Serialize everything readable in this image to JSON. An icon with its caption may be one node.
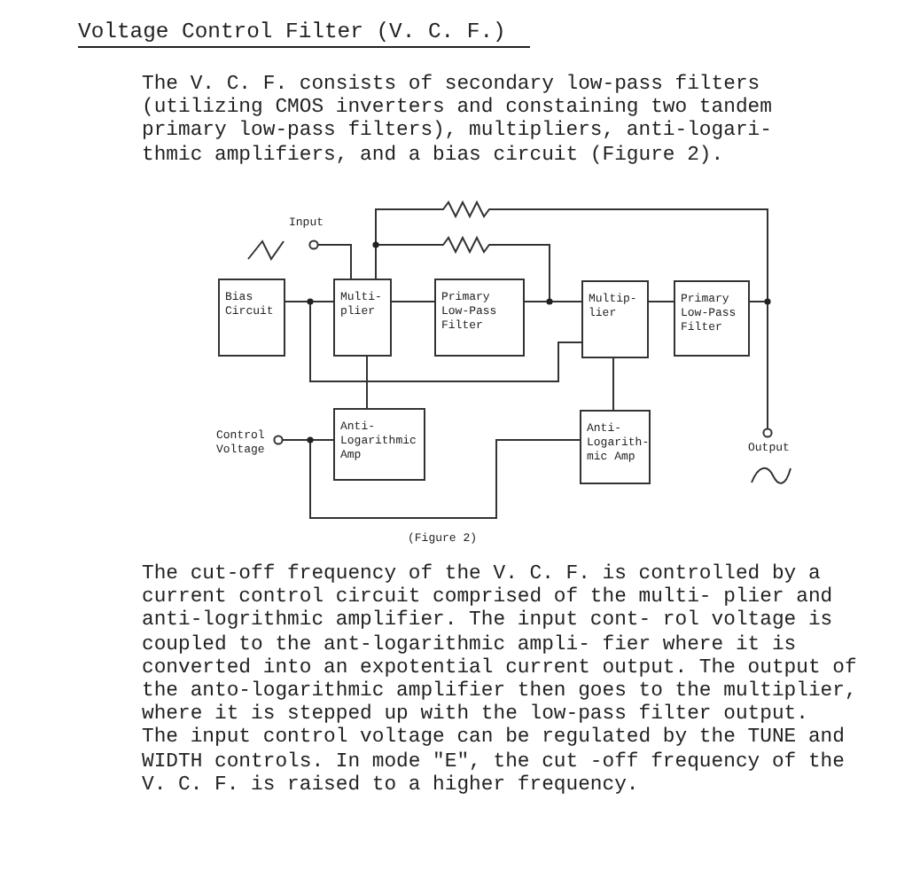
{
  "diagram": {
    "title": "Voltage Control Filter (V. C. F.)",
    "nodes": [
      {
        "text": [
          "Bias Circuit"
        ]
      },
      {
        "text": [
          "Multi- plier"
        ]
      },
      {
        "text": [
          "Primary Low-Pass Filter"
        ]
      },
      {
        "text": [
          "Multip- lier"
        ]
      },
      {
        "text": [
          "Primary Low-Pass Filter"
        ]
      },
      {
        "text": [
          "Anti- Logarithmic Amp"
        ]
      },
      {
        "text": [
          "Anti- Logarith- mic Amp"
        ]
      },
      {
        "text": [
          "Input"
        ]
      },
      {
        "text": [
          "Control Voltage"
        ]
      },
      {
        "text": [
          "Output"
        ]
      }
    ],
    "edges": [
      {
        "from": 7,
        "to": 1,
        "arrow": "none"
      },
      {
        "from": 0,
        "to": 1,
        "arrow": "none"
      },
      {
        "from": 0,
        "to": 3,
        "arrow": "none"
      },
      {
        "from": 1,
        "to": 2,
        "arrow": "none"
      },
      {
        "from": 2,
        "to": 3,
        "arrow": "none"
      },
      {
        "from": 3,
        "to": 4,
        "arrow": "none"
      },
      {
        "from": 4,
        "to": 9,
        "arrow": "none"
      },
      {
        "from": 1,
        "to": 3,
        "arrow": "none"
      },
      {
        "from": 1,
        "to": 9,
        "arrow": "none"
      },
      {
        "from": 5,
        "to": 1,
        "arrow": "none"
      },
      {
        "from": 6,
        "to": 3,
        "arrow": "none"
      },
      {
        "from": 8,
        "to": 5,
        "arrow": "none"
      },
      {
        "from": 8,
        "to": 6,
        "arrow": "none"
      }
    ],
    "labels": [
      "The V. C. F. consists of secondary low-pass filters (utilizing CMOS inverters and constaining two tandem primary low-pass filters), multipliers, anti-logari- thmic amplifiers, and a bias circuit (Figure 2).",
      "(Figure 2)",
      "The cut-off frequency of the V. C. F. is controlled by a current control circuit comprised of the multi- plier and anti-logrithmic amplifier. The input cont- rol voltage is coupled to the ant-logarithmic ampli- fier where it is converted into an expotential current output. The output of the anto-logarithmic amplifier then goes to the multiplier, where it is stepped up with the low-pass filter output.",
      "The input control voltage can be regulated by the TUNE and WIDTH controls. In mode \"E\", the cut -off frequency of the V. C. F. is raised to a higher frequency."
    ]
  }
}
